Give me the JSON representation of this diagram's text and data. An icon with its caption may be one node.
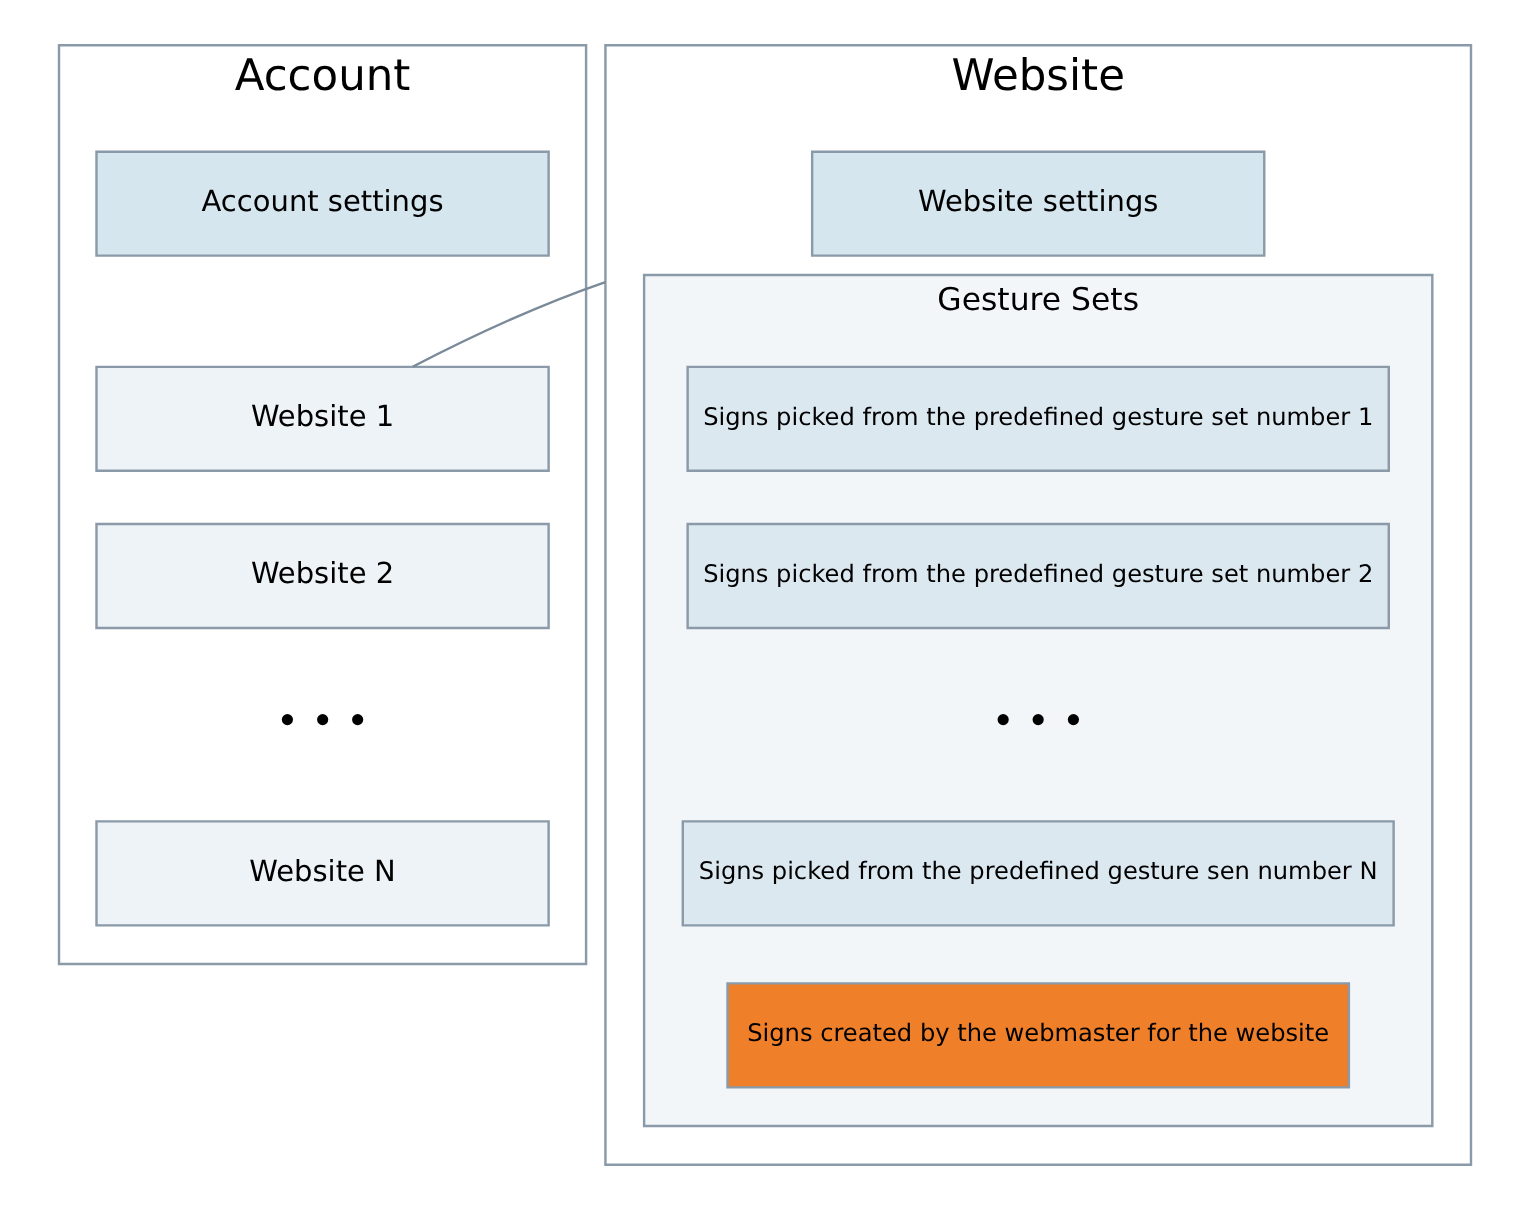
{
  "diagram": {
    "nodes": [
      {
        "text": [
          "Account"
        ]
      },
      {
        "text": [
          "Account settings"
        ],
        "in": 0
      },
      {
        "text": [
          "Website 1"
        ],
        "in": 0
      },
      {
        "text": [
          "Website 2"
        ],
        "in": 0
      },
      {
        "text": [
          "Website N"
        ],
        "in": 0
      },
      {
        "text": [
          "Website"
        ]
      },
      {
        "text": [
          "Website settings"
        ],
        "in": 5
      },
      {
        "text": [
          "Gesture Sets"
        ],
        "in": 5
      },
      {
        "text": [
          "Signs picked from the predefined gesture set number 1"
        ],
        "in": 7
      },
      {
        "text": [
          "Signs picked from the predefined gesture set number 2"
        ],
        "in": 7
      },
      {
        "text": [
          "Signs picked from the predefined gesture sen number N"
        ],
        "in": 7
      },
      {
        "text": [
          "Signs created by the webmaster for the website"
        ],
        "in": 7
      }
    ],
    "edges": [
      {
        "from": 2,
        "to": 5,
        "arrow": "none"
      }
    ],
    "labels": [
      "• • •",
      "• • •"
    ]
  }
}
